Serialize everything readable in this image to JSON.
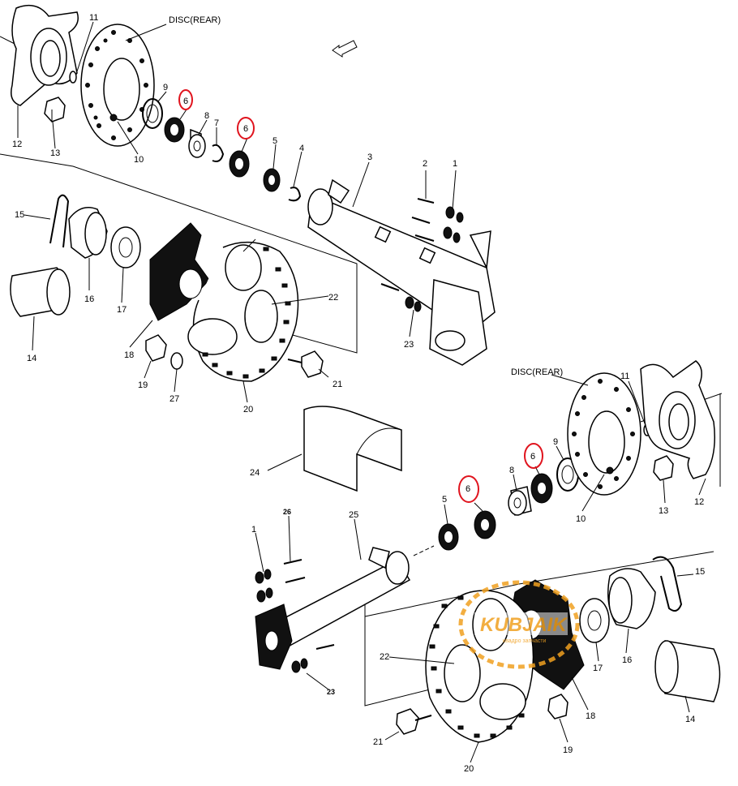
{
  "diagram": {
    "labels_top": {
      "disc_rear": "DISC(REAR)",
      "n1": "1",
      "n2": "2",
      "n3": "3",
      "n4": "4",
      "n5": "5",
      "n6a": "6",
      "n6b": "6",
      "n7": "7",
      "n8": "8",
      "n9": "9",
      "n10": "10",
      "n11": "11",
      "n12": "12",
      "n13": "13",
      "n14": "14",
      "n15": "15",
      "n16": "16",
      "n17": "17",
      "n18": "18",
      "n19": "19",
      "n20": "20",
      "n21": "21",
      "n22": "22",
      "n23": "23",
      "n27": "27"
    },
    "labels_bottom": {
      "disc_rear": "DISC(REAR)",
      "n1": "1",
      "n5": "5",
      "n6a": "6",
      "n6b": "6",
      "n8": "8",
      "n9": "9",
      "n10": "10",
      "n11": "11",
      "n12": "12",
      "n13": "13",
      "n14": "14",
      "n15": "15",
      "n16": "16",
      "n17": "17",
      "n18": "18",
      "n19": "19",
      "n20": "20",
      "n21": "21",
      "n22": "22",
      "n23": "23",
      "n24": "24",
      "n25": "25",
      "n26": "26"
    },
    "highlight_color": "#e0141e",
    "watermark": {
      "brand": "KUBJAIK",
      "tagline": "квадро запчасти",
      "color": "#f0a020"
    },
    "icons": [
      "arrow-direction-icon"
    ]
  }
}
